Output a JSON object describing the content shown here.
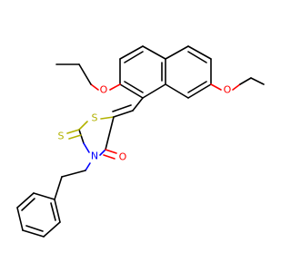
{
  "atoms": {
    "o_ring": "O",
    "o_right": "O",
    "o_carbonyl": "O",
    "s_ring": "S",
    "s_thione": "S",
    "n_ring": "N"
  },
  "colors": {
    "carbon": "#000000",
    "oxygen": "#ff0000",
    "sulfur": "#b2b200",
    "nitrogen": "#0000ff",
    "background": "#ffffff"
  }
}
